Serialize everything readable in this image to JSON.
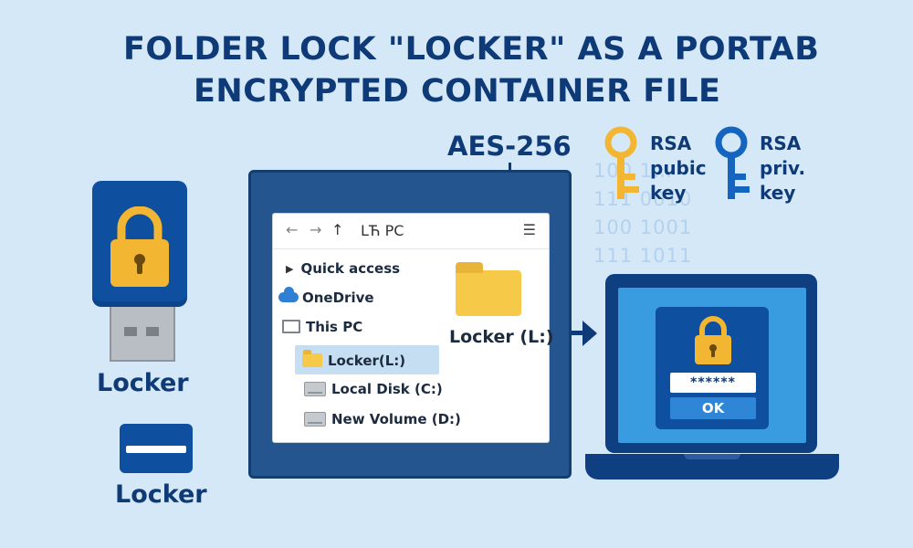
{
  "title": {
    "line1": "FOLDER LOCK \"LOCKER\" AS A PORTAB",
    "line2": "ENCRYPTED CONTAINER FILE"
  },
  "encryption_label": "AES-256",
  "usb_drive": {
    "label": "Locker",
    "icon": "padlock-icon"
  },
  "container_card": {
    "label": "Locker"
  },
  "explorer": {
    "path": "LЋ PC",
    "nav": [
      "back-arrow-icon",
      "forward-arrow-icon",
      "up-arrow-icon"
    ],
    "menu_icon": "menu-icon",
    "tree": [
      {
        "label": "Quick access",
        "icon": "chevron-right-icon"
      },
      {
        "label": "OneDrive",
        "icon": "cloud-icon"
      },
      {
        "label": "This PC",
        "icon": "monitor-icon"
      },
      {
        "label": "Locker(L:)",
        "icon": "folder-icon",
        "selected": true
      },
      {
        "label": "Local Disk (C:)",
        "icon": "drive-icon"
      },
      {
        "label": "New Volume (D:)",
        "icon": "drive-icon"
      }
    ],
    "content_item": {
      "label": "Locker (L:)",
      "icon": "folder-icon"
    }
  },
  "binary_rows": [
    "100 1…",
    "111 0010",
    "100 1001",
    "111 1011"
  ],
  "keys": {
    "public": {
      "label_lines": [
        "RSA",
        "pubic",
        "key"
      ],
      "color": "#f2b632"
    },
    "private": {
      "label_lines": [
        "RSA",
        "priv.",
        "key"
      ],
      "color": "#1565c0"
    }
  },
  "laptop_dialog": {
    "password_mask": "******",
    "ok_label": "OK"
  },
  "colors": {
    "background": "#d5e8f7",
    "navy": "#0e3a78",
    "usb_blue": "#0e4f9f",
    "padlock_gold": "#f2b632",
    "selection": "#c6def2"
  }
}
